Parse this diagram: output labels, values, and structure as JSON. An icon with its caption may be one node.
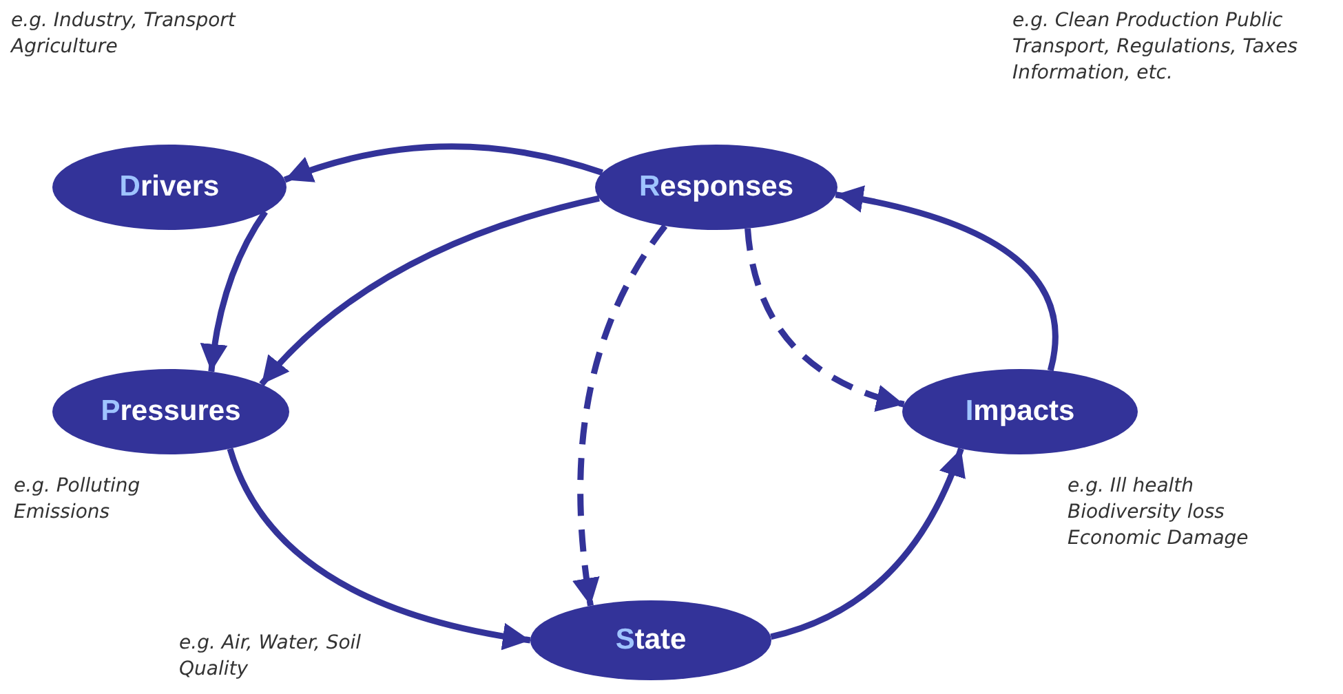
{
  "diagram": {
    "nodes": [
      {
        "text": [
          "Drivers"
        ]
      },
      {
        "text": [
          "Responses"
        ]
      },
      {
        "text": [
          "Pressures"
        ],
        "beside": [
          "e.g. Polluting Emissions"
        ]
      },
      {
        "text": [
          "Impacts"
        ],
        "beside": [
          "e.g. Ill health Biodiversity loss Economic Damage"
        ]
      },
      {
        "text": [
          "State"
        ]
      }
    ],
    "labels": [
      "e.g. Industry, Transport Agriculture",
      "e.g. Clean Production Public Transport, Regulations, Taxes Information, etc.",
      "e.g. Air, Water, Soil Quality"
    ],
    "edges": [
      {
        "from": 1,
        "to": 0,
        "arrow": "to"
      },
      {
        "from": 0,
        "to": 2,
        "arrow": "to"
      },
      {
        "from": 1,
        "to": 2,
        "arrow": "to"
      },
      {
        "from": 1,
        "to": 4,
        "arrow": "to",
        "style": "dashed"
      },
      {
        "from": 1,
        "to": 3,
        "arrow": "to",
        "style": "dashed"
      },
      {
        "from": 2,
        "to": 4,
        "arrow": "to"
      },
      {
        "from": 4,
        "to": 3,
        "arrow": "to"
      },
      {
        "from": 3,
        "to": 1,
        "arrow": "to"
      }
    ]
  }
}
